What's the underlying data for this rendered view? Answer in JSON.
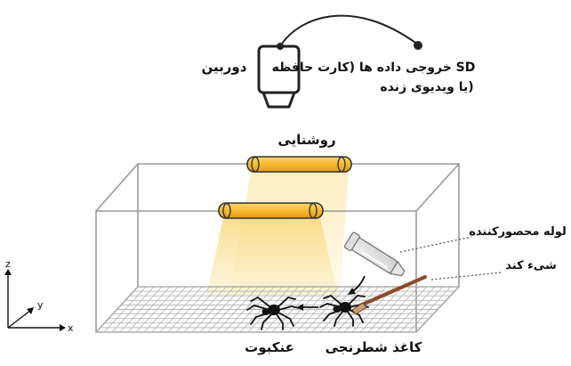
{
  "labels": {
    "camera": "دوربین",
    "output_line1": "خروجی داده ها (کارت حافظه SD",
    "output_line2": "یا ویدیوی زنده)",
    "lighting": "روشنایی",
    "restraining_tube": "لوله محصورکننده",
    "blunt_object": "شیء کند",
    "spider": "عنکبوت",
    "checkerboard_paper": "کاغذ شطرنجی",
    "axis_z": "z",
    "axis_y": "y",
    "axis_x": "x"
  },
  "colors": {
    "light_tube": "#f5b932",
    "light_glow": "#fbe6a8",
    "line": "#333333",
    "tank_edge": "#9a9a9a",
    "brush": "#8b4a2b"
  }
}
